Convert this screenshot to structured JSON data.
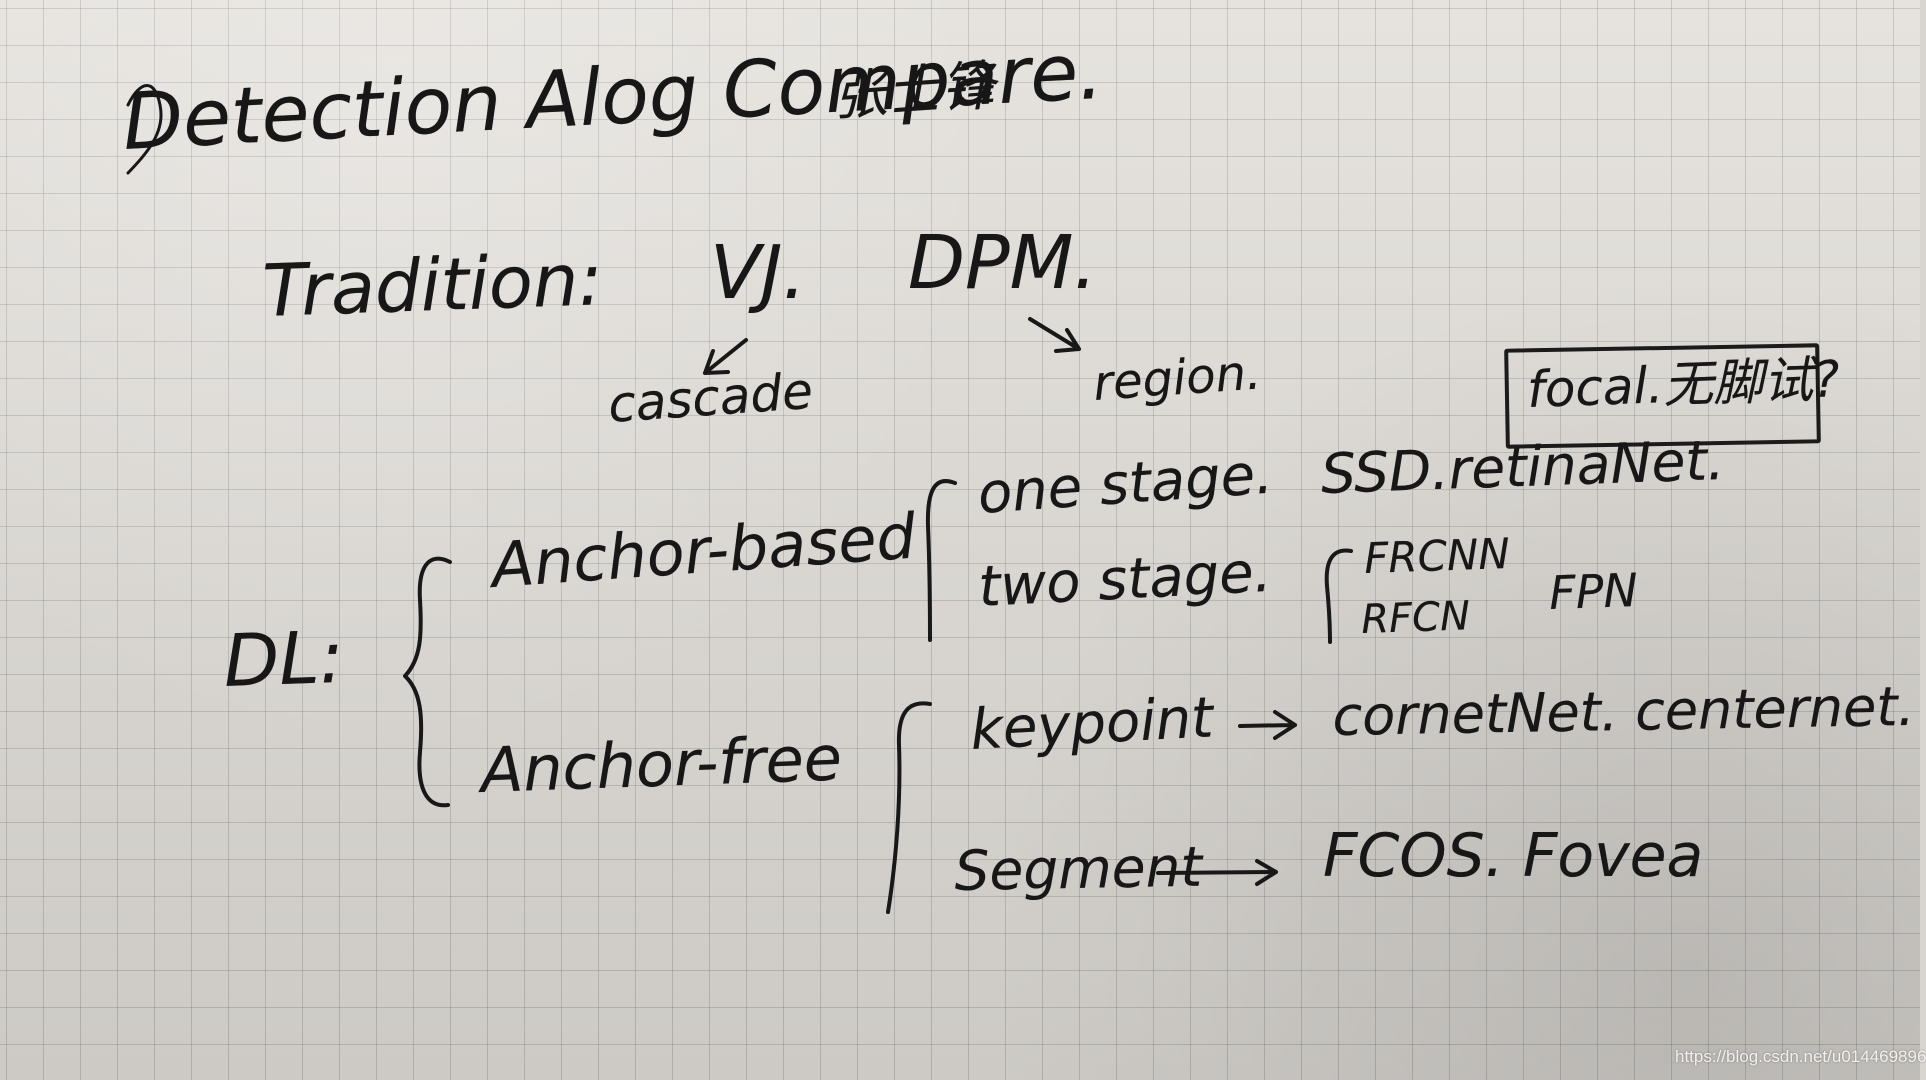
{
  "note": {
    "title": "Detection Alog Compare.",
    "author": "张士锋",
    "tradition": {
      "label": "Tradition:",
      "vj": "VJ.",
      "dpm": "DPM.",
      "vj_note": "cascade",
      "dpm_note": "region."
    },
    "focal_note": "focal.无脚试?",
    "dl": {
      "label": "DL:",
      "anchor_based": "Anchor-based",
      "anchor_free": "Anchor-free",
      "one_stage": "one stage.",
      "one_stage_models": "SSD.retinaNet.",
      "two_stage": "two stage.",
      "two_stage_model_1": "FRCNN",
      "two_stage_model_2": "RFCN",
      "two_stage_model_3": "FPN",
      "keypoint": "keypoint",
      "keypoint_models": "cornetNet. centernet.",
      "segment": "Segment",
      "segment_models": "FCOS. Fovea"
    },
    "watermark": "https://blog.csdn.net/u014469896"
  },
  "style": {
    "ink_color": "#171717",
    "paper_color": "#e4e1dc",
    "grid_color": "#6e6e6e"
  },
  "icons": {
    "arrows": "arrow-icon",
    "brackets": "brace-icon",
    "box": "note-box-icon"
  }
}
